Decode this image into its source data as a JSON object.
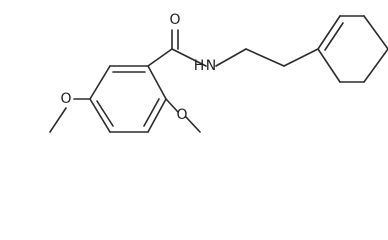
{
  "molecule": {
    "atoms": {
      "carbonyl_oxygen": "O",
      "amide_nitrogen": "N",
      "amide_hydrogen": "H",
      "methoxy_oxygen_left": "O",
      "methoxy_oxygen_right": "O"
    }
  }
}
